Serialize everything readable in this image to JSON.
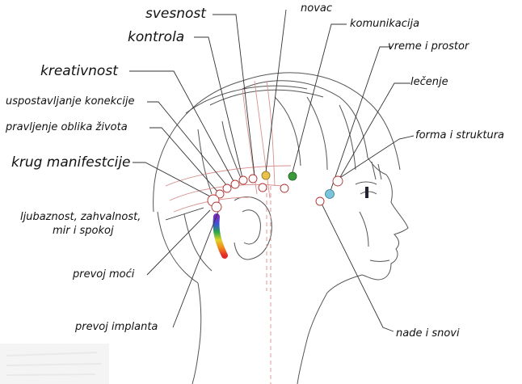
{
  "labels": {
    "svesnost": "svesnost",
    "novac": "novac",
    "komunikacija": "komunikacija",
    "kontrola": "kontrola",
    "vreme_i_prostor": "vreme i prostor",
    "kreativnost": "kreativnost",
    "lecenje": "lečenje",
    "uspostavljanje_konekcije": "uspostavljanje konekcije",
    "pravljenje_oblika_zivota": "pravljenje oblika života",
    "forma_i_struktura": "forma i struktura",
    "krug_manifestcije": "krug manifestcije",
    "ljubaznost_line1": "ljubaznost, zahvalnost,",
    "ljubaznost_line2": "mir i spokoj",
    "prevoj_moci": "prevoj moći",
    "prevoj_implanta": "prevoj implanta",
    "nade_i_snovi": "nade i snovi"
  },
  "colors": {
    "line": "#333333",
    "head": "#555555",
    "grid_red": "#d99090",
    "novac_dot": "#e8c24a",
    "komunikacija_dot": "#3c9a3c",
    "forma_dot": "#7cc4dc"
  }
}
